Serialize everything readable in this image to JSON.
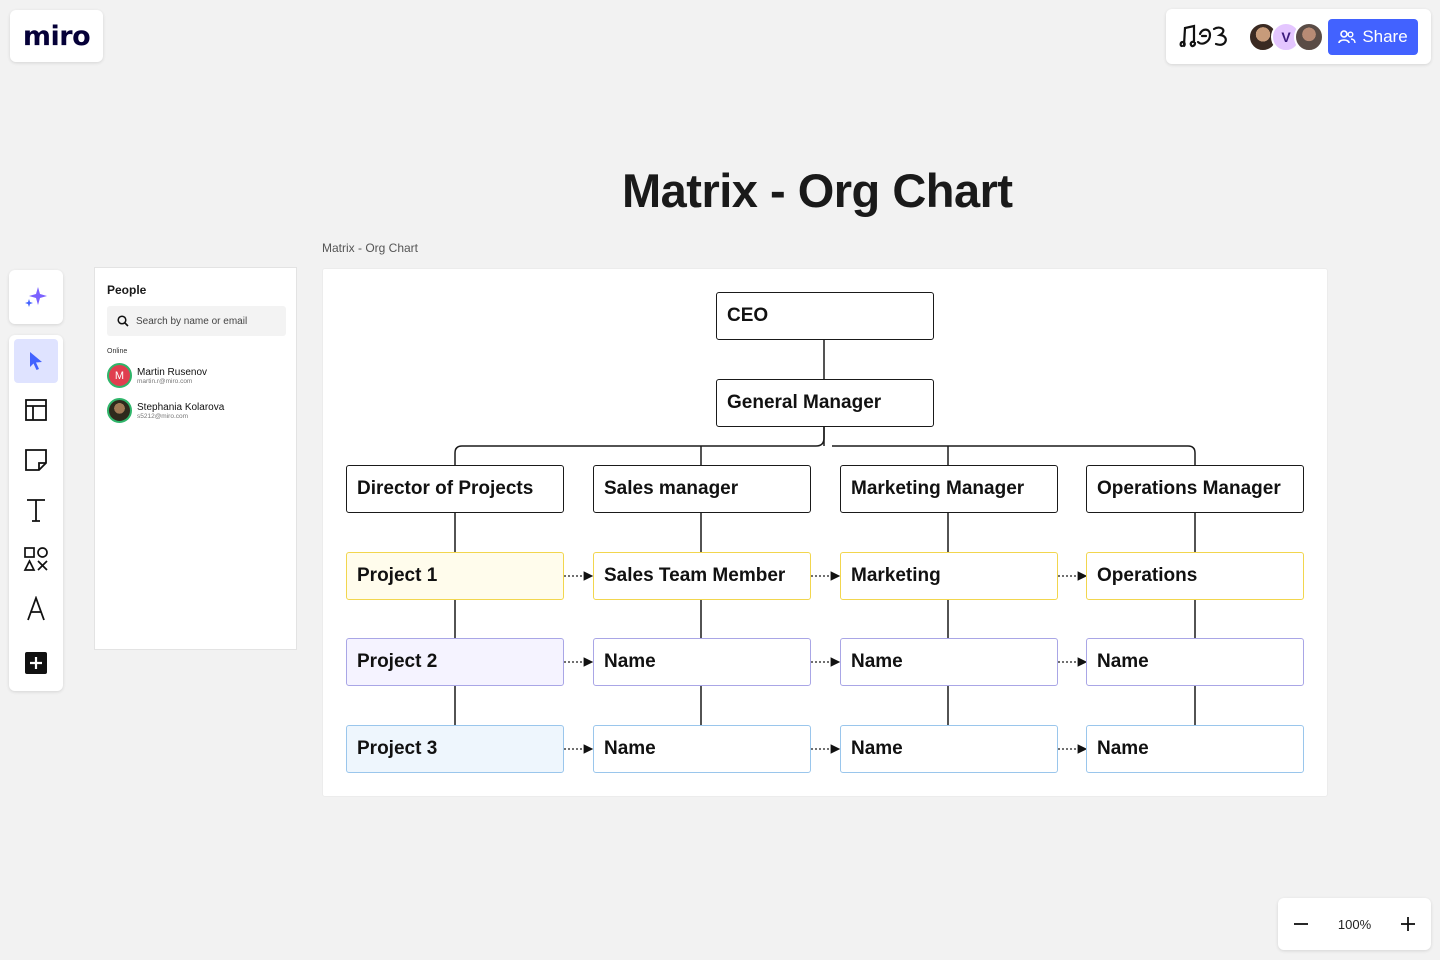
{
  "app": {
    "logo": "miro"
  },
  "header": {
    "share_label": "Share",
    "collaborators": [
      {
        "name": "collaborator-1",
        "initial": ""
      },
      {
        "name": "collaborator-2",
        "initial": "V"
      },
      {
        "name": "collaborator-3",
        "initial": ""
      }
    ]
  },
  "toolbar": {
    "tools": [
      "ai-assist",
      "select",
      "templates",
      "sticky-note",
      "text",
      "shapes",
      "pen",
      "more"
    ]
  },
  "people_panel": {
    "title": "People",
    "search_placeholder": "Search by name or email",
    "online_label": "Online",
    "people": [
      {
        "initial": "M",
        "name": "Martin Rusenov",
        "email": "martin.r@miro.com",
        "color": "#e03e4f"
      },
      {
        "initial": "",
        "name": "Stephania Kolarova",
        "email": "s5212@miro.com",
        "color": "#4a4a2a"
      }
    ]
  },
  "board": {
    "title": "Matrix - Org Chart",
    "frame_label": "Matrix - Org Chart",
    "nodes": {
      "ceo": "CEO",
      "gm": "General Manager",
      "managers": [
        "Director of Projects",
        "Sales manager",
        "Marketing Manager",
        "Operations Manager"
      ],
      "row1": [
        "Project 1",
        "Sales Team Member",
        "Marketing",
        "Operations"
      ],
      "row2": [
        "Project 2",
        "Name",
        "Name",
        "Name"
      ],
      "row3": [
        "Project 3",
        "Name",
        "Name",
        "Name"
      ]
    }
  },
  "zoom": {
    "level": "100%"
  },
  "colors": {
    "accent": "#4262ff",
    "yellow_border": "#f2d64e",
    "purple_border": "#a9a6e6",
    "blue_border": "#9ac6ec"
  }
}
